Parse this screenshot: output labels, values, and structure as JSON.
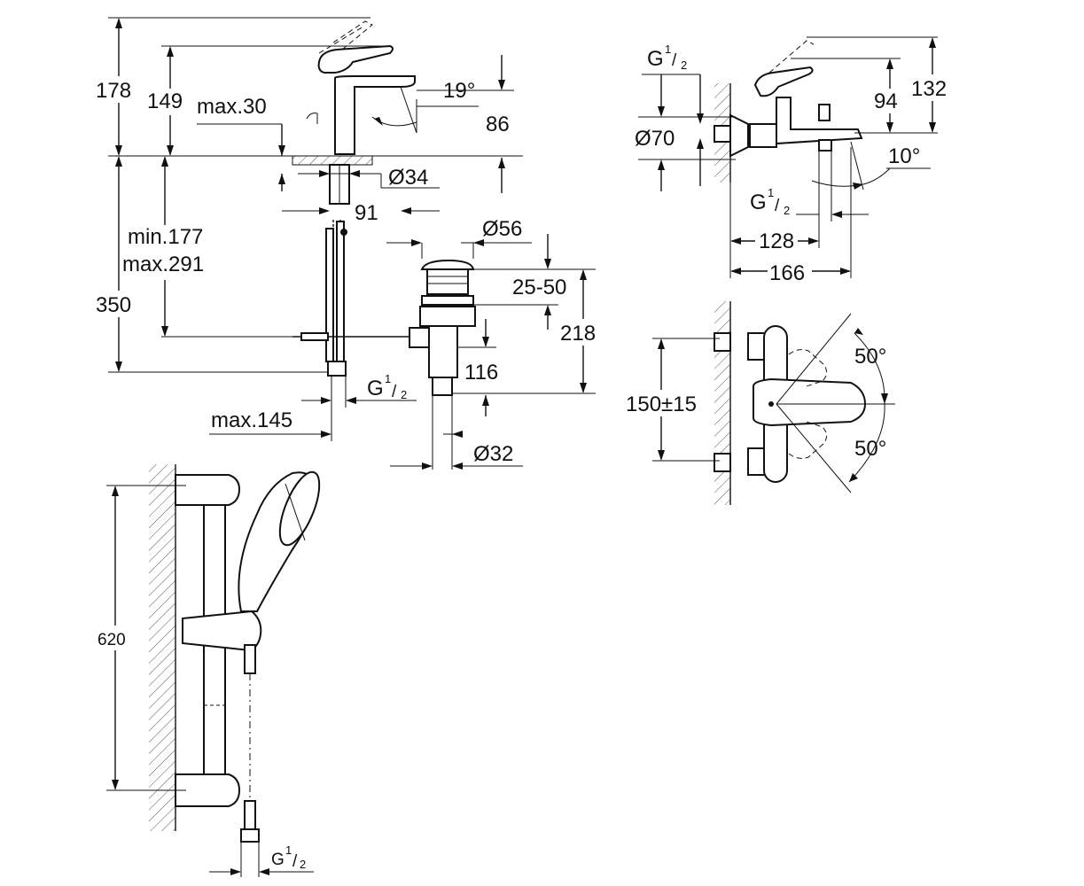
{
  "basin_mixer": {
    "dim_total_height": "178",
    "dim_spout_height": "149",
    "dim_max_deck": "max.30",
    "dim_angle": "19°",
    "dim_spout_reach": "86",
    "dim_hole_diameter": "Ø34",
    "dim_offset": "91",
    "dim_min_hose": "min.177",
    "dim_max_hose": "max.291",
    "dim_hose_total": "350",
    "dim_connection": "G",
    "dim_connection_frac_num": "1",
    "dim_connection_frac_den": "2",
    "dim_max_reach": "max.145"
  },
  "waste": {
    "dim_plug_diameter": "Ø56",
    "dim_range": "25-50",
    "dim_total": "218",
    "dim_tail": "116",
    "dim_outlet": "Ø32"
  },
  "bath_mixer": {
    "dim_connection_top": "G",
    "dim_frac_num": "1",
    "dim_frac_den": "2",
    "dim_rosette": "Ø70",
    "dim_height_total": "132",
    "dim_height_body": "94",
    "dim_angle": "10°",
    "dim_outlet_connection": "G",
    "dim_width_a": "128",
    "dim_width_b": "166"
  },
  "bath_top_view": {
    "dim_centers": "150±15",
    "dim_angle_up": "50°",
    "dim_angle_down": "50°"
  },
  "shower_rail": {
    "dim_rail_height": "620",
    "dim_connection": "G",
    "dim_frac_num": "1",
    "dim_frac_den": "2"
  }
}
